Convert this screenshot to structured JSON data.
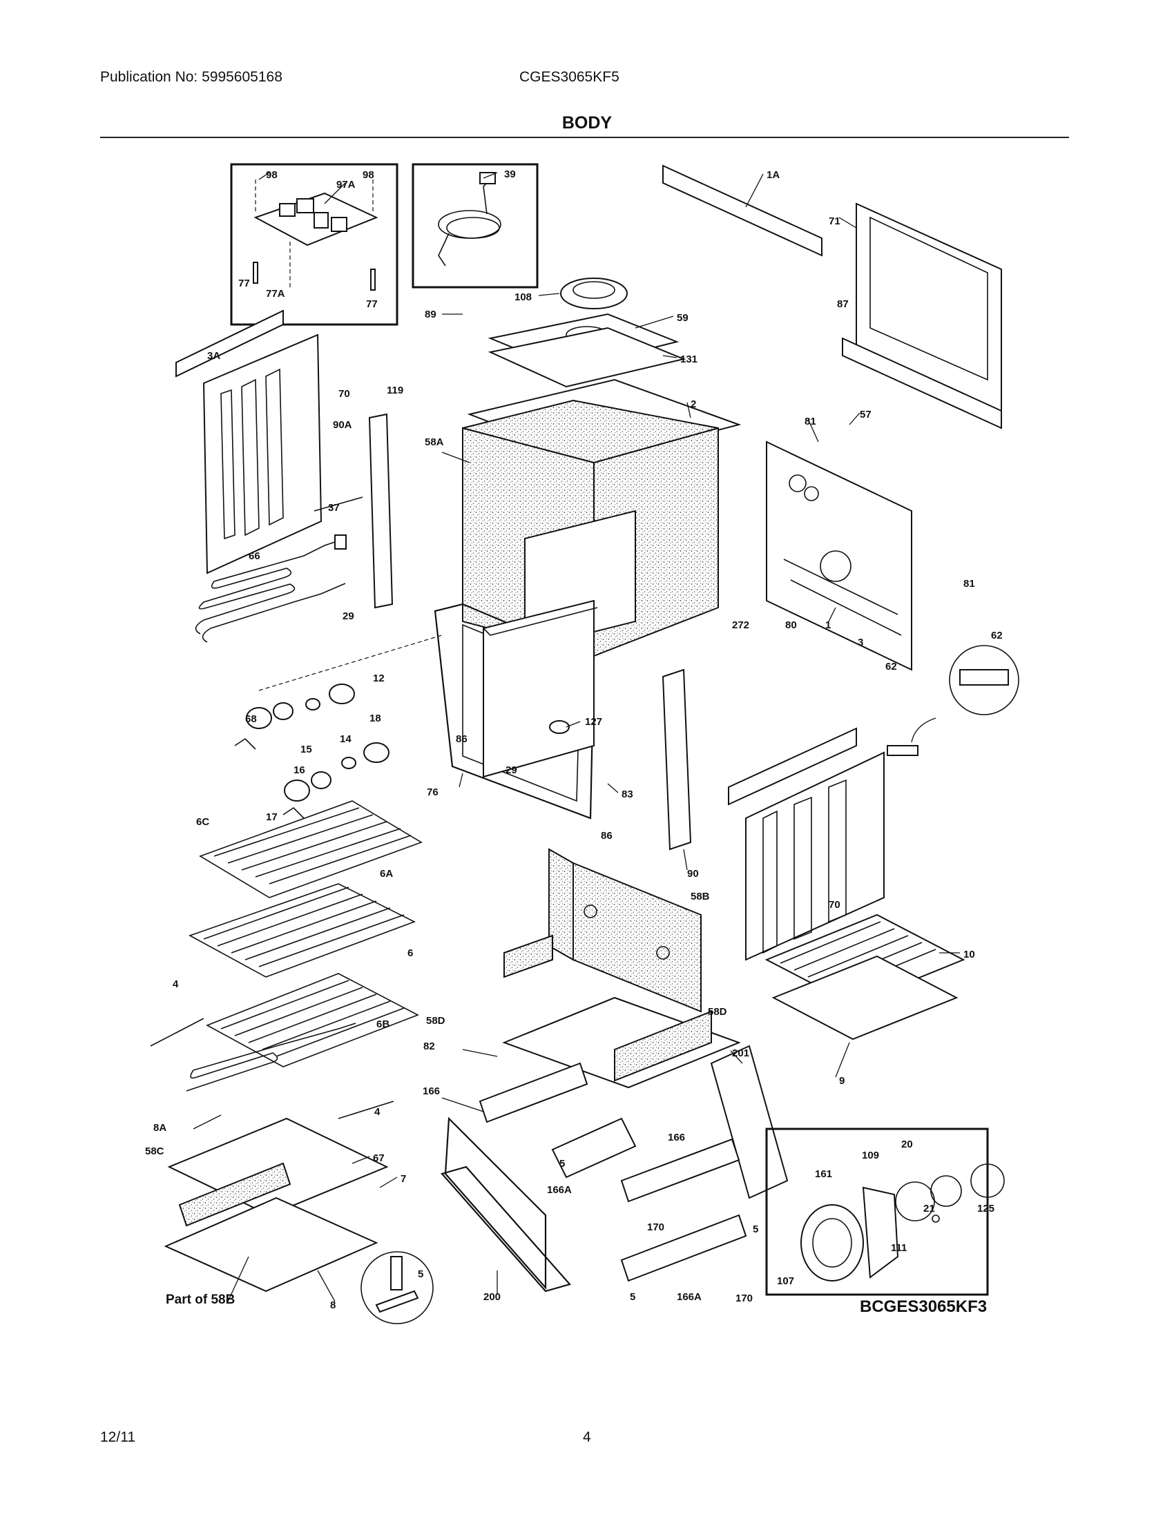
{
  "header": {
    "publication": "Publication No: 5995605168",
    "model": "CGES3065KF5",
    "section_title": "BODY"
  },
  "footer": {
    "date": "12/11",
    "page_number": "4"
  },
  "diagram": {
    "code": "BCGES3065KF3",
    "part_of_note": "Part of 58B",
    "callouts": {
      "c98a": "98",
      "c97a": "97A",
      "c98b": "98",
      "c77a": "77",
      "c77A": "77A",
      "c77b": "77",
      "c39": "39",
      "c1a": "1A",
      "c71": "71",
      "c108": "108",
      "c89": "89",
      "c59": "59",
      "c87": "87",
      "c131": "131",
      "c3a": "3A",
      "c70a": "70",
      "c119": "119",
      "c90a": "90A",
      "c58a": "58A",
      "c2": "2",
      "c81a": "81",
      "c57": "57",
      "c37": "37",
      "c66": "66",
      "c81b": "81",
      "c29a": "29",
      "c272": "272",
      "c80": "80",
      "c1": "1",
      "c62a": "62",
      "c12": "12",
      "c3": "3",
      "c62b": "62",
      "c127": "127",
      "c68": "68",
      "c18": "18",
      "c14": "14",
      "c86a": "86",
      "c15": "15",
      "c29b": "29",
      "c16": "16",
      "c76": "76",
      "c83": "83",
      "c6c": "6C",
      "c17": "17",
      "c86b": "86",
      "c90": "90",
      "c6a": "6A",
      "c58b": "58B",
      "c70b": "70",
      "c6": "6",
      "c10": "10",
      "c4a": "4",
      "c58d_l": "58D",
      "c58d_r": "58D",
      "c6b": "6B",
      "c82": "82",
      "c201": "201",
      "c9": "9",
      "c166a": "166",
      "c4b": "4",
      "c8a": "8A",
      "c166b": "166",
      "c20": "20",
      "c109": "109",
      "c58c": "58C",
      "c67": "67",
      "c5a": "5",
      "c161": "161",
      "c125": "125",
      "c7": "7",
      "c166A_a": "166A",
      "c21": "21",
      "c170a": "170",
      "c5b": "5",
      "c111": "111",
      "c5c": "5",
      "c107": "107",
      "c200": "200",
      "c5d": "5",
      "c166A_b": "166A",
      "c170b": "170",
      "c8": "8"
    }
  }
}
